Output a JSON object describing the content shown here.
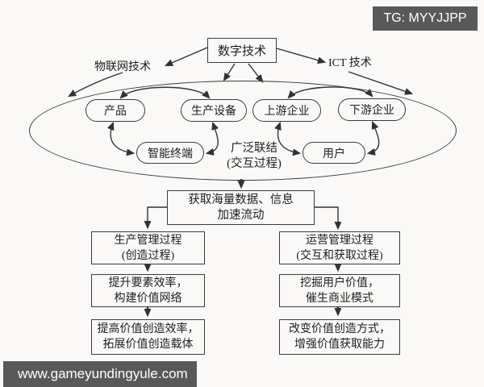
{
  "colors": {
    "badge_bg": "#595959",
    "badge_text": "#ffffff",
    "line": "#333333",
    "canvas_bg": "#faf9f7"
  },
  "overlays": {
    "top_right_badge": "TG: MYYJJPP",
    "bottom_left_badge": "www.gameyundingyule.com"
  },
  "diagram": {
    "root": "数字技术",
    "iot_label": "物联网技术",
    "ict_label": "ICT 技术",
    "ellipse": {
      "product": "产品",
      "equipment": "生产设备",
      "upstream": "上游企业",
      "downstream": "下游企业",
      "terminal": "智能终端",
      "user": "用户",
      "label_line1": "广泛联结",
      "label_line2": "(交互过程)"
    },
    "data_box": {
      "line1": "获取海量数据、信息",
      "line2": "加速流动"
    },
    "left_column": [
      {
        "line1": "生产管理过程",
        "line2": "(创造过程)"
      },
      {
        "line1": "提升要素效率，",
        "line2": "构建价值网络"
      },
      {
        "line1": "提高价值创造效率，",
        "line2": "拓展价值创造载体"
      }
    ],
    "right_column": [
      {
        "line1": "运营管理过程",
        "line2": "(交互和获取过程)"
      },
      {
        "line1": "挖掘用户价值，",
        "line2": "催生商业模式"
      },
      {
        "line1": "改变价值创造方式，",
        "line2": "增强价值获取能力"
      }
    ]
  }
}
